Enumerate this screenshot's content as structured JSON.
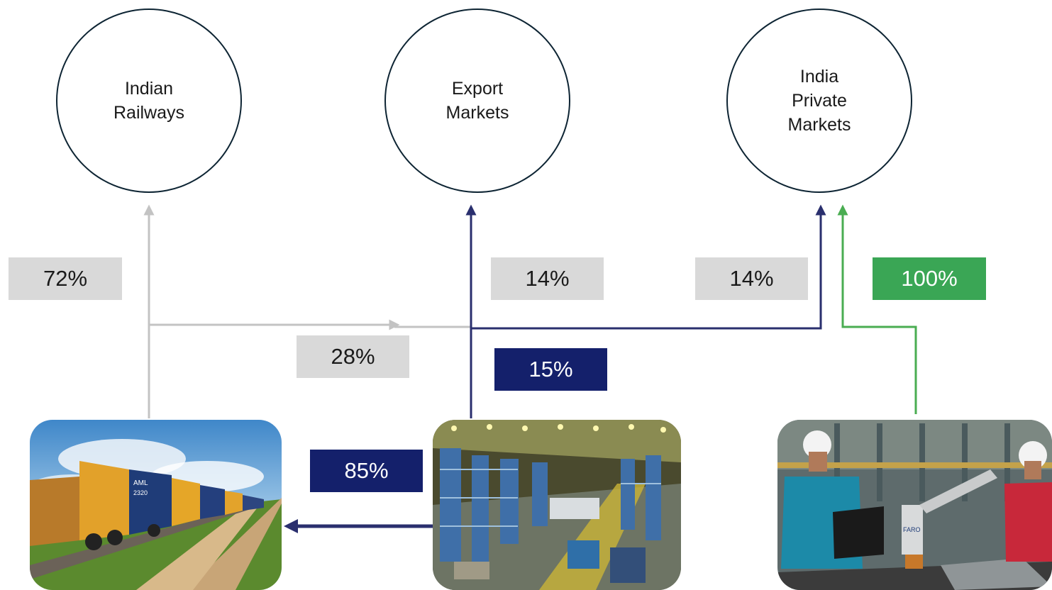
{
  "nodes": {
    "railways": "Indian\nRailways",
    "export": "Export\nMarkets",
    "private": "India\nPrivate\nMarkets"
  },
  "percentages": {
    "railways_share": "72%",
    "export_share": "14%",
    "private_share": "14%",
    "private_direct": "100%",
    "wagons_redirect": "28%",
    "plant_export": "15%",
    "plant_to_wagons": "85%"
  },
  "photos": {
    "left": "freight-wagons-photo",
    "middle": "factory-floor-photo",
    "right": "engineers-photo",
    "wagon_text_1": "AML",
    "wagon_text_2": "2320"
  },
  "colors": {
    "grey_flow": "#c3c3c3",
    "navy_flow": "#2a2f6e",
    "green_flow": "#4aad52",
    "circle_border": "#0d2433"
  }
}
